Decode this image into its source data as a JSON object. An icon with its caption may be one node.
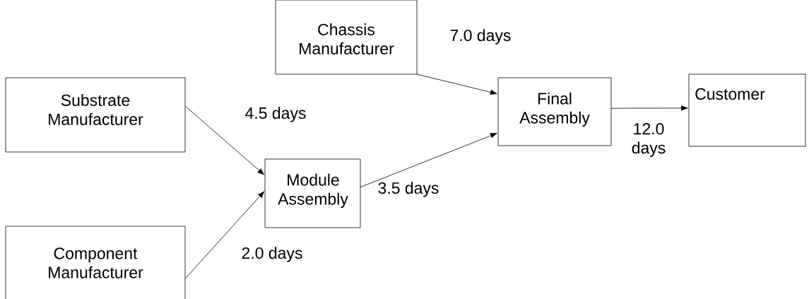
{
  "diagram": {
    "nodes": [
      {
        "text": [
          "Chassis Manufacturer"
        ]
      },
      {
        "text": [
          "Substrate Manufacturer"
        ]
      },
      {
        "text": [
          "Module Assembly"
        ]
      },
      {
        "text": [
          "Component Manufacturer"
        ]
      },
      {
        "text": [
          "Final Assembly"
        ]
      },
      {
        "text": [
          "Customer"
        ]
      }
    ],
    "edges": [
      {
        "from": 0,
        "to": 4,
        "arrow": "to",
        "label": "7.0 days"
      },
      {
        "from": 1,
        "to": 2,
        "arrow": "to",
        "label": "4.5 days"
      },
      {
        "from": 3,
        "to": 2,
        "arrow": "to",
        "label": "2.0 days"
      },
      {
        "from": 2,
        "to": 4,
        "arrow": "to",
        "label": "3.5 days"
      },
      {
        "from": 4,
        "to": 5,
        "arrow": "to",
        "label": "12.0 days"
      }
    ]
  }
}
